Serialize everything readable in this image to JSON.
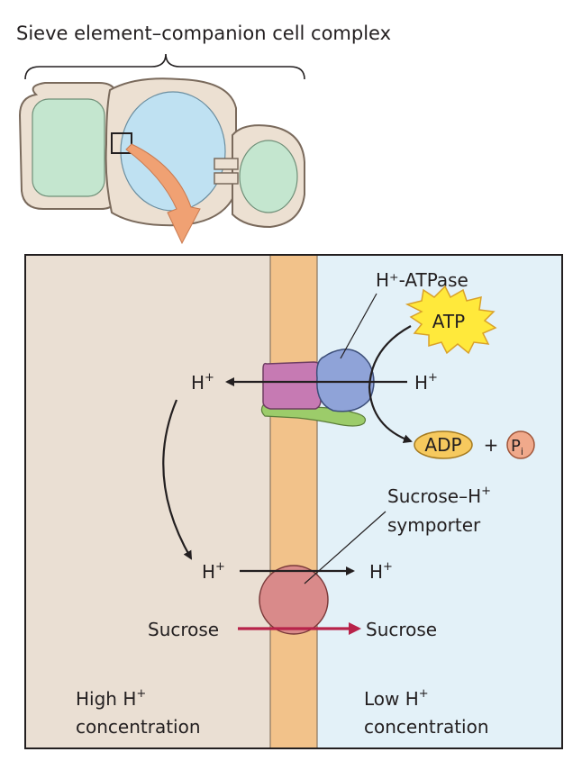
{
  "title": "Sieve element–companion cell complex",
  "labels": {
    "h_atpase": "H⁺-ATPase",
    "atp": "ATP",
    "h_left": "H",
    "h_right": "H",
    "adp": "ADP",
    "plus": "+",
    "pi_main": "P",
    "pi_sub": "i",
    "symporter_line1": "Sucrose–H",
    "symporter_line2": "symporter",
    "h_lower_left": "H",
    "h_lower_right": "H",
    "sucrose_left": "Sucrose",
    "sucrose_right": "Sucrose",
    "high_line1": "High H",
    "high_line2": "concentration",
    "low_line1": "Low H",
    "low_line2": "concentration",
    "plus_sup": "+"
  },
  "colors": {
    "left_compartment": "#eadfd3",
    "right_compartment": "#e3f1f8",
    "membrane": "#f2c28a",
    "pump_magenta": "#c67ab3",
    "pump_blue": "#8fa3d8",
    "pump_anchor": "#9ccc6a",
    "atp_star": "#ffe93b",
    "adp_fill": "#f6c95e",
    "pi_fill": "#f0a98b",
    "symporter": "#d98a8a",
    "sucrose_arrow": "#b8234a",
    "orange_arrow": "#f0a173",
    "cell_wall": "#ece0d2",
    "companion_cell": "#c4e6cf",
    "sieve_lumen": "#bfe1f2"
  }
}
